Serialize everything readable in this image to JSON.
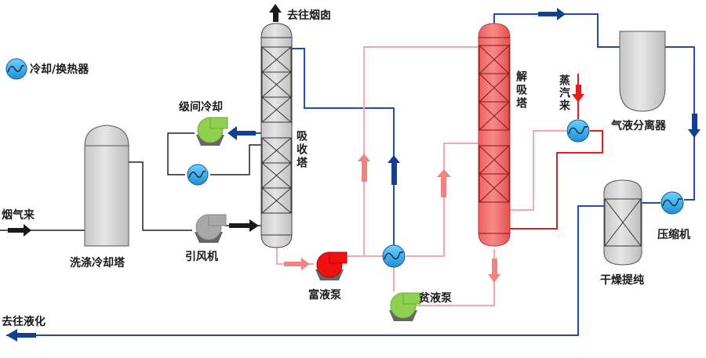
{
  "labels": {
    "legend": "冷却/换热器",
    "flue_in": "烟气来",
    "scrubber": "洗涤冷却塔",
    "fan": "引风机",
    "intercooler": "级间冷却",
    "absorber": "吸收塔",
    "to_chimney": "去往烟囱",
    "rich_pump": "富液泵",
    "lean_pump": "贫液泵",
    "stripper": "解吸塔",
    "steam": "蒸汽来",
    "separator": "气液分离器",
    "dryer": "干燥提纯",
    "compressor": "压缩机",
    "to_liquefaction": "去往液化"
  },
  "colors": {
    "blue_line": "#1f4fa8",
    "dark_blue": "#123f93",
    "pink_line": "#f5a8a8",
    "red_line": "#e02020",
    "arrow_pink": "#f08282",
    "column_gray": "#d8d8d8",
    "stripper_red": "#f06a6a",
    "pump_green": "#8fd14f",
    "pump_red": "#f01010",
    "hx_blue": "#2aa6e6"
  }
}
